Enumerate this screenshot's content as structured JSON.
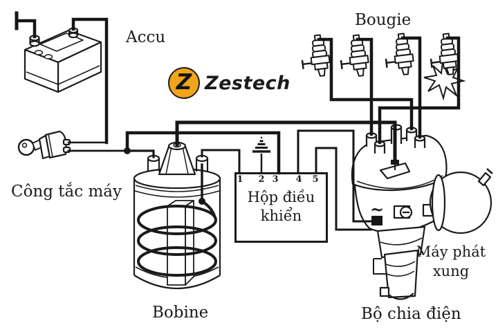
{
  "background": "#ffffff",
  "ink_color": "#1a1a1a",
  "logo": {
    "brand": "Zestech",
    "monogram": "Z",
    "badge_color": "#F2A41D"
  },
  "labels": {
    "battery": "Accu",
    "spark_plugs": "Bougie",
    "ignition_switch": "Công tắc máy",
    "ignition_coil": "Bobine",
    "control_box": {
      "line1": "Hộp điều",
      "line2": "khiển"
    },
    "pulse_generator": {
      "line1": "Máy phát",
      "line2": "xung"
    },
    "distributor": "Bộ chia điện",
    "ac_symbol": "~"
  },
  "control_box_terminals": [
    "1",
    "2",
    "3",
    "4",
    "5"
  ]
}
